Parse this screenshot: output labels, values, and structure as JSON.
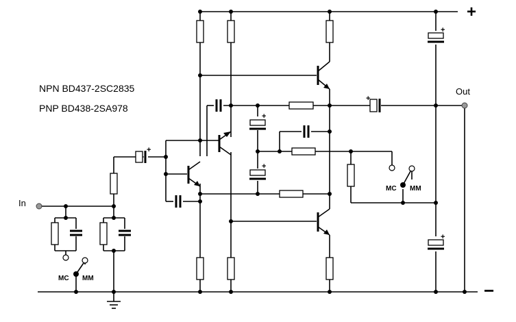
{
  "labels": {
    "npn": "NPN BD437-2SC2835",
    "pnp": "PNP BD438-2SA978",
    "in": "In",
    "out": "Out",
    "plus": "+",
    "minus": "−",
    "mc": "MC",
    "mm": "MM",
    "cap_pos": "+"
  }
}
